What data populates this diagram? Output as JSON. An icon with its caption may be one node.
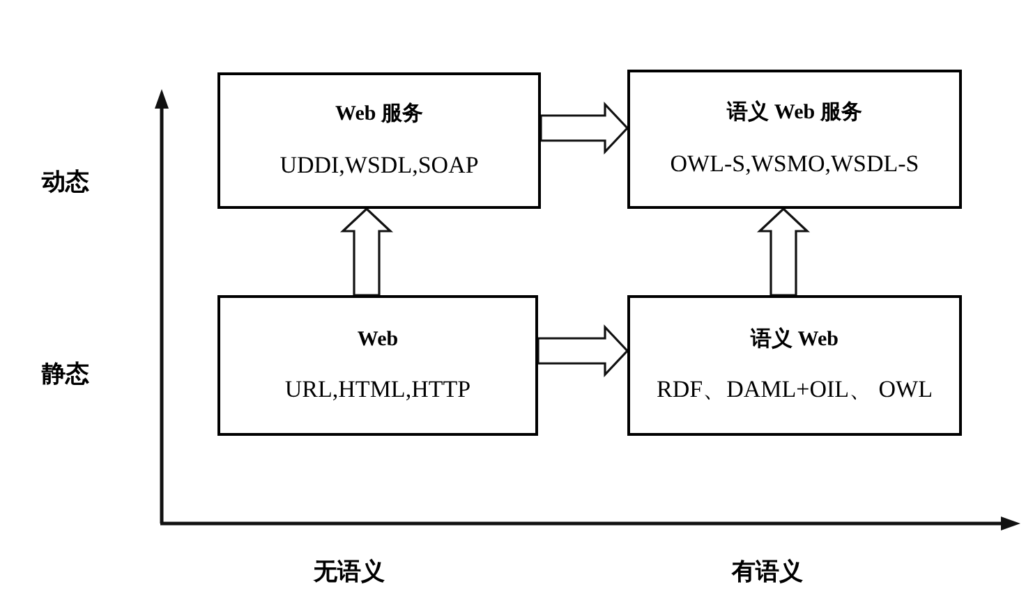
{
  "diagram": {
    "nodes": [
      {
        "text": [
          "Web 服务",
          "UDDI,WSDL,SOAP"
        ]
      },
      {
        "text": [
          "语义 Web 服务",
          "OWL-S,WSMO,WSDL-S"
        ]
      },
      {
        "text": [
          "Web",
          "URL,HTML,HTTP"
        ]
      },
      {
        "text": [
          "语义 Web",
          "RDF、DAML+OIL、 OWL"
        ]
      }
    ],
    "edges": [
      {
        "from": 0,
        "to": 1,
        "arrow": "to"
      },
      {
        "from": 2,
        "to": 0,
        "arrow": "to"
      },
      {
        "from": 2,
        "to": 3,
        "arrow": "to"
      },
      {
        "from": 3,
        "to": 1,
        "arrow": "to"
      }
    ],
    "labels": [
      "动态",
      "静态",
      "无语义",
      "有语义"
    ]
  }
}
